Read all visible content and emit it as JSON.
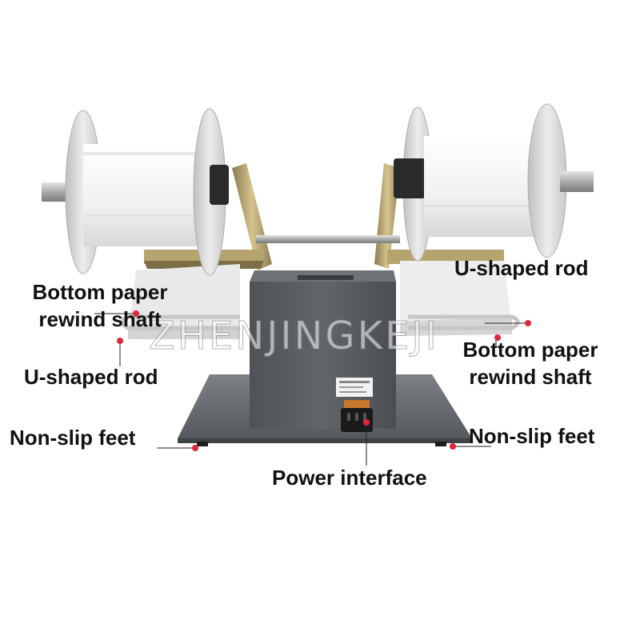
{
  "labels": {
    "left_rewind_line1": "Bottom paper",
    "left_rewind_line2": "rewind shaft",
    "left_u_rod": "U-shaped rod",
    "left_feet": "Non-slip feet",
    "right_u_rod": "U-shaped rod",
    "right_rewind_line1": "Bottom paper",
    "right_rewind_line2": "rewind shaft",
    "right_feet": "Non-slip feet",
    "power": "Power interface"
  },
  "watermark": "ZHENJINGKEJI",
  "colors": {
    "housing": "#5b5f63",
    "base": "#6b6f73",
    "reel": "#f4f4f4",
    "disc": "#dcdcdc",
    "brass": "#b9a46c",
    "marker": "#e0263a",
    "leader": "#222222"
  }
}
